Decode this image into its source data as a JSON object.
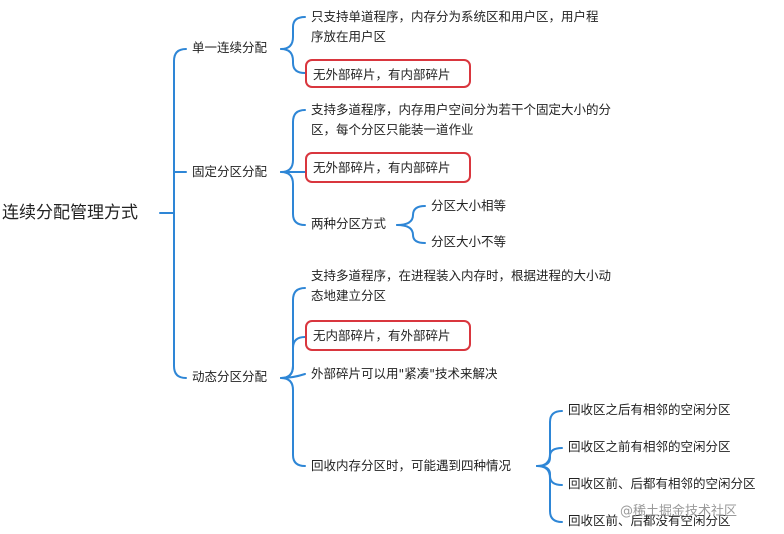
{
  "root": "连续分配管理方式",
  "branches": {
    "single": {
      "label": "单一连续分配",
      "desc": "只支持单道程序，内存分为系统区和用户区，用户程序放在用户区",
      "frag": "无外部碎片，有内部碎片"
    },
    "fixed": {
      "label": "固定分区分配",
      "desc": "支持多道程序，内存用户空间分为若干个固定大小的分区，每个分区只能装一道作业",
      "frag": "无外部碎片，有内部碎片",
      "methods": {
        "label": "两种分区方式",
        "options": [
          "分区大小相等",
          "分区大小不等"
        ]
      }
    },
    "dynamic": {
      "label": "动态分区分配",
      "desc": "支持多道程序，在进程装入内存时，根据进程的大小动态地建立分区",
      "frag": "无内部碎片，有外部碎片",
      "compact": "外部碎片可以用\"紧凑\"技术来解决",
      "recycle": {
        "label": "回收内存分区时，可能遇到四种情况",
        "cases": [
          "回收区之后有相邻的空闲分区",
          "回收区之前有相邻的空闲分区",
          "回收区前、后都有相邻的空闲分区",
          "回收区前、后都没有空闲分区"
        ]
      }
    }
  },
  "watermark": "@稀土掘金技术社区",
  "colors": {
    "connector": "#2e86d6",
    "highlight_border": "#d9363e",
    "text": "#222222"
  }
}
